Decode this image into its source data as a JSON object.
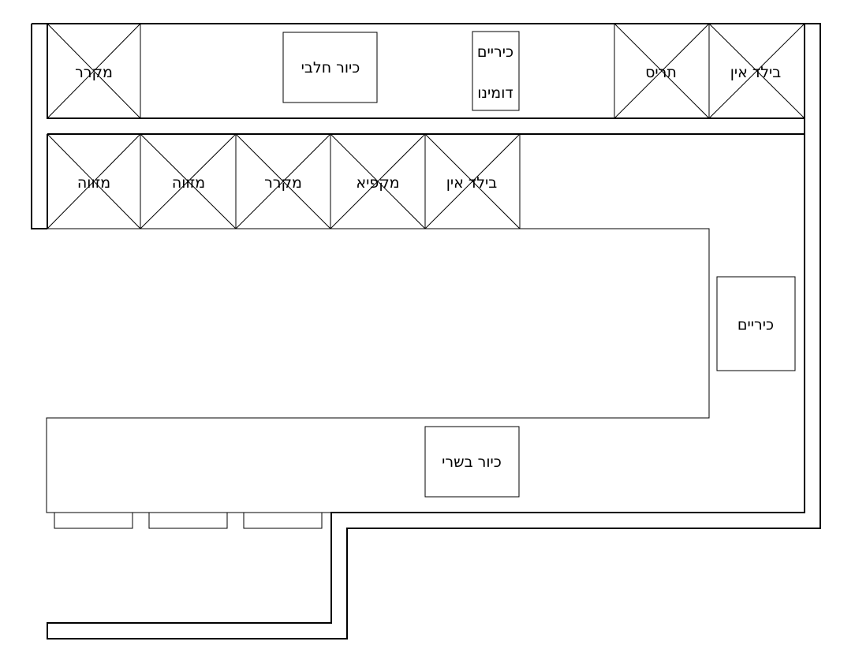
{
  "colors": {
    "stroke": "#000000",
    "background": "#ffffff"
  },
  "labels": {
    "top_row_fridge": "מקרר",
    "dairy_sink": "כיור חלבי",
    "domino_stove_line1": "כיריים",
    "domino_stove_line2": "דומינו",
    "top_shutter": "תריס",
    "top_built_in": "בילד אין",
    "mid_pantry_1": "מזווה",
    "mid_pantry_2": "מזווה",
    "mid_fridge": "מקרר",
    "mid_freezer": "מקפיא",
    "mid_built_in": "בילד אין",
    "right_stove": "כיריים",
    "meat_sink": "כיור בשרי"
  }
}
